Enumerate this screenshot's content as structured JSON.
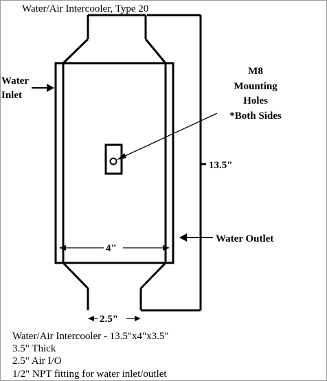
{
  "title": "Water/Air Intercooler, Type 20",
  "labels": {
    "water_inlet_line1": "Water",
    "water_inlet_line2": "Inlet",
    "water_outlet": "Water Outlet",
    "mounting_line1": "M8",
    "mounting_line2": "Mounting",
    "mounting_line3": "Holes",
    "mounting_line4": "*Both Sides"
  },
  "dimensions": {
    "height": "13.5\"",
    "width": "4\"",
    "port": "2.5\""
  },
  "specs": [
    "Water/Air Intercooler - 13.5\"x4\"x3.5\"",
    "3.5\" Thick",
    "2.5\" Air I/O",
    "1/2\" NPT fitting for water inlet/outlet"
  ],
  "colors": {
    "line": "#000000",
    "background": "#ffffff"
  }
}
